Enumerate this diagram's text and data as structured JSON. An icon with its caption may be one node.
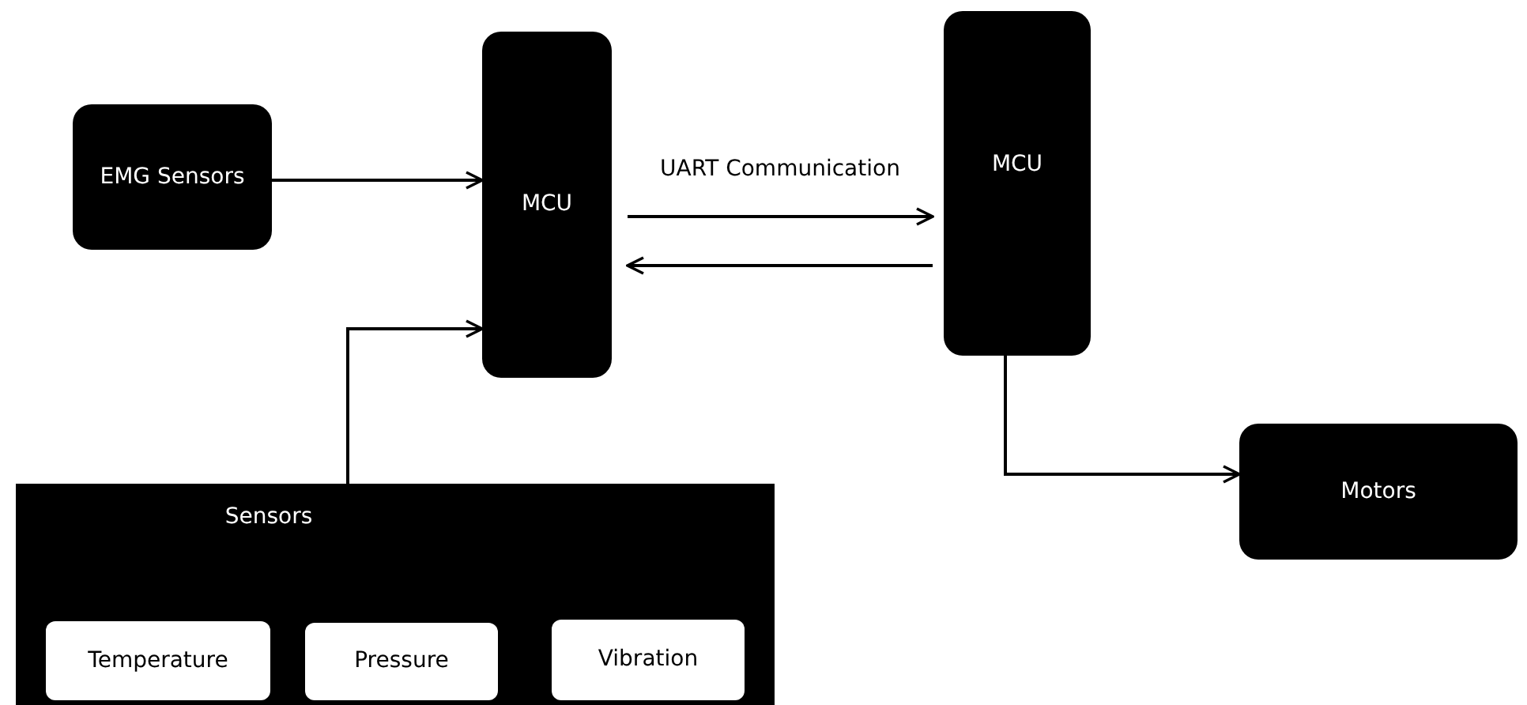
{
  "diagram": {
    "nodes": [
      {
        "text": [
          "EMG Sensors"
        ]
      },
      {
        "text": [
          "MCU"
        ]
      },
      {
        "text": [
          "MCU"
        ]
      },
      {
        "text": [
          "Motors"
        ]
      },
      {
        "text": [
          "Sensors"
        ]
      },
      {
        "text": [
          "Temperature"
        ],
        "in": 4
      },
      {
        "text": [
          "Pressure"
        ],
        "in": 4
      },
      {
        "text": [
          "Vibration"
        ],
        "in": 4
      }
    ],
    "edges": [
      {
        "from": 0,
        "to": 1,
        "arrow": "to"
      },
      {
        "from": 1,
        "to": 2,
        "arrow": "to",
        "label": "UART Communication"
      },
      {
        "from": 2,
        "to": 1,
        "arrow": "to"
      },
      {
        "from": 4,
        "to": 1,
        "arrow": "to"
      },
      {
        "from": 2,
        "to": 3,
        "arrow": "to"
      }
    ]
  }
}
